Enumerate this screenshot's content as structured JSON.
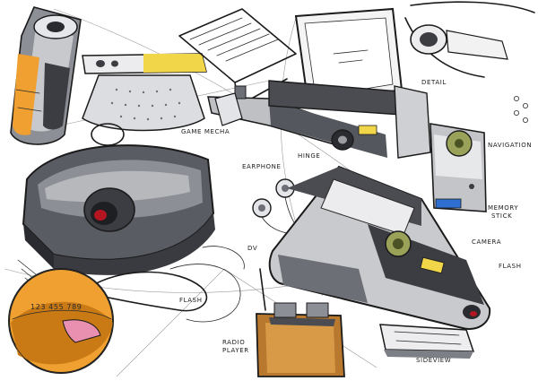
{
  "labels": {
    "detail": "DETAIL",
    "navigation": "NAVIGATION",
    "memory_stick_line1": "MEMORY",
    "memory_stick_line2": "STICK",
    "camera": "CAMERA",
    "flash_right": "FLASH",
    "sideview": "SIDEVIEW",
    "game_mecha": "GAME MECHA",
    "hinge": "HINGE",
    "earphone": "EARPHONE",
    "dv": "DV",
    "flash_left": "FLASH",
    "radio_line1": "RADIO",
    "radio_line2": "PLAYER",
    "orb_display": "123 455 789"
  },
  "colors": {
    "paper": "#ffffff",
    "ink": "#1b1b1b",
    "marker_grey_dark": "#3c3d42",
    "marker_grey_mid": "#7d7f86",
    "marker_grey_light": "#c9cacd",
    "orange": "#f0a030",
    "orange_dark": "#c97a14",
    "yellow": "#f2d64a",
    "lens_red": "#b31620",
    "olive": "#9aa25a",
    "blue_slot": "#2f6fd0",
    "pink": "#e98fb0"
  }
}
